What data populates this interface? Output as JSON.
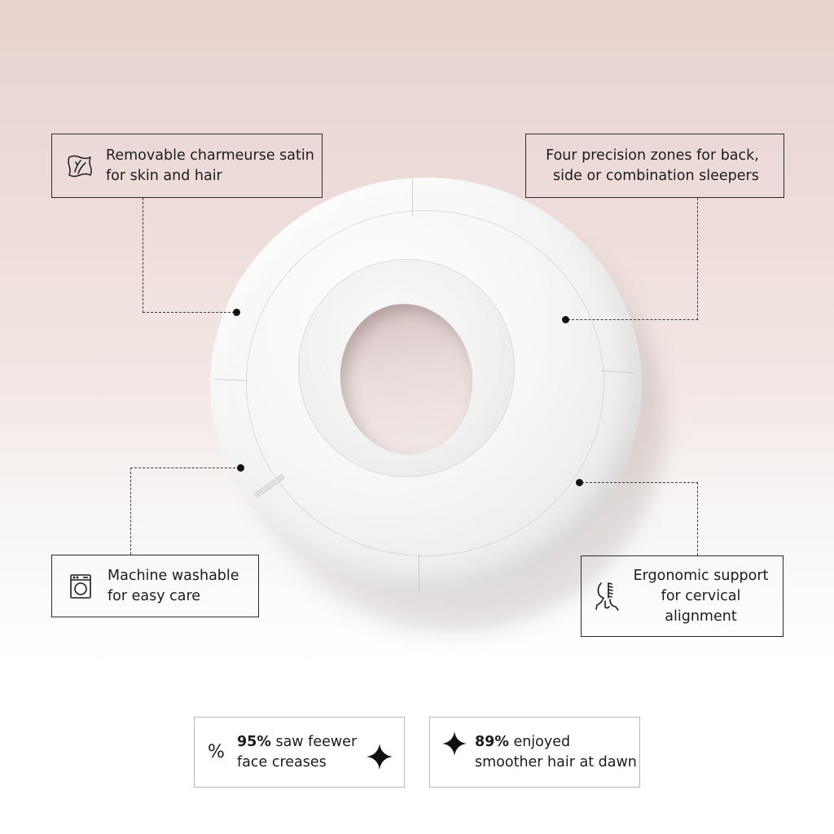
{
  "features": {
    "satin": {
      "icon": "fabric-icon",
      "lines": [
        "Removable charmeurse satin",
        "for skin and hair"
      ]
    },
    "zones": {
      "lines": [
        "Four precision zones for back,",
        "side or combination sleepers"
      ]
    },
    "wash": {
      "icon": "washing-machine-icon",
      "lines": [
        "Machine washable",
        "for easy care"
      ]
    },
    "ergo": {
      "icon": "cervical-spine-icon",
      "lines": [
        "Ergonomic support",
        "for cervical",
        "alignment"
      ]
    }
  },
  "stats": [
    {
      "icon": "percent-icon",
      "icon_glyph": "%",
      "value": "95%",
      "line1_rest": " saw feewer",
      "line2": "face creases",
      "accent_icon": "sparkle-icon"
    },
    {
      "icon": "sparkle-icon",
      "value": "89%",
      "line1_rest": " enjoyed",
      "line2": "smoother hair at dawn"
    }
  ],
  "colors": {
    "background_top": "#e9d3cf",
    "background_bottom": "#ffffff",
    "callout_border": "#2b2b2b",
    "stat_border": "#b9b9b9",
    "text": "#1c1c1c",
    "pillow": "#f4f4f4"
  }
}
